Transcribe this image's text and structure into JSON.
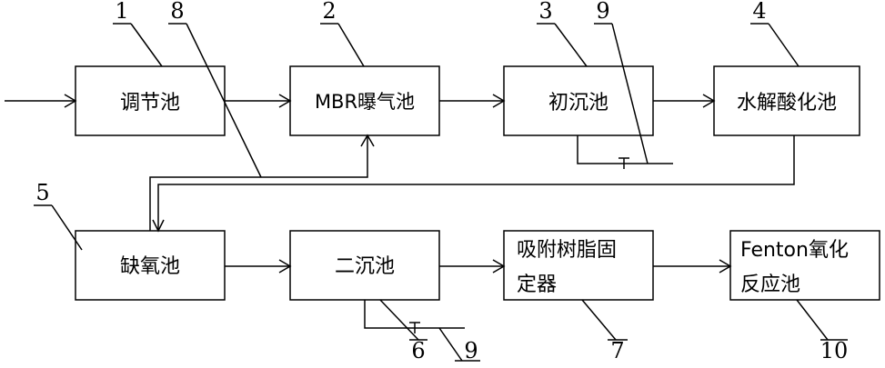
{
  "boxes": {
    "tiaojie": "调节池",
    "mbr": "MBR曝气池",
    "chuchen": "初沉池",
    "shuijie": "水解酸化池",
    "queyang": "缺氧池",
    "erchen": "二沉池",
    "xifu_line1": "吸附树脂固",
    "xifu_line2": "定器",
    "fenton_line1": "Fenton氧化",
    "fenton_line2": "反应池"
  },
  "labels": {
    "n1": "1",
    "n2": "2",
    "n3": "3",
    "n4": "4",
    "n5": "5",
    "n6": "6",
    "n7": "7",
    "n8": "8",
    "n9a": "9",
    "n9b": "9",
    "n10": "10"
  }
}
